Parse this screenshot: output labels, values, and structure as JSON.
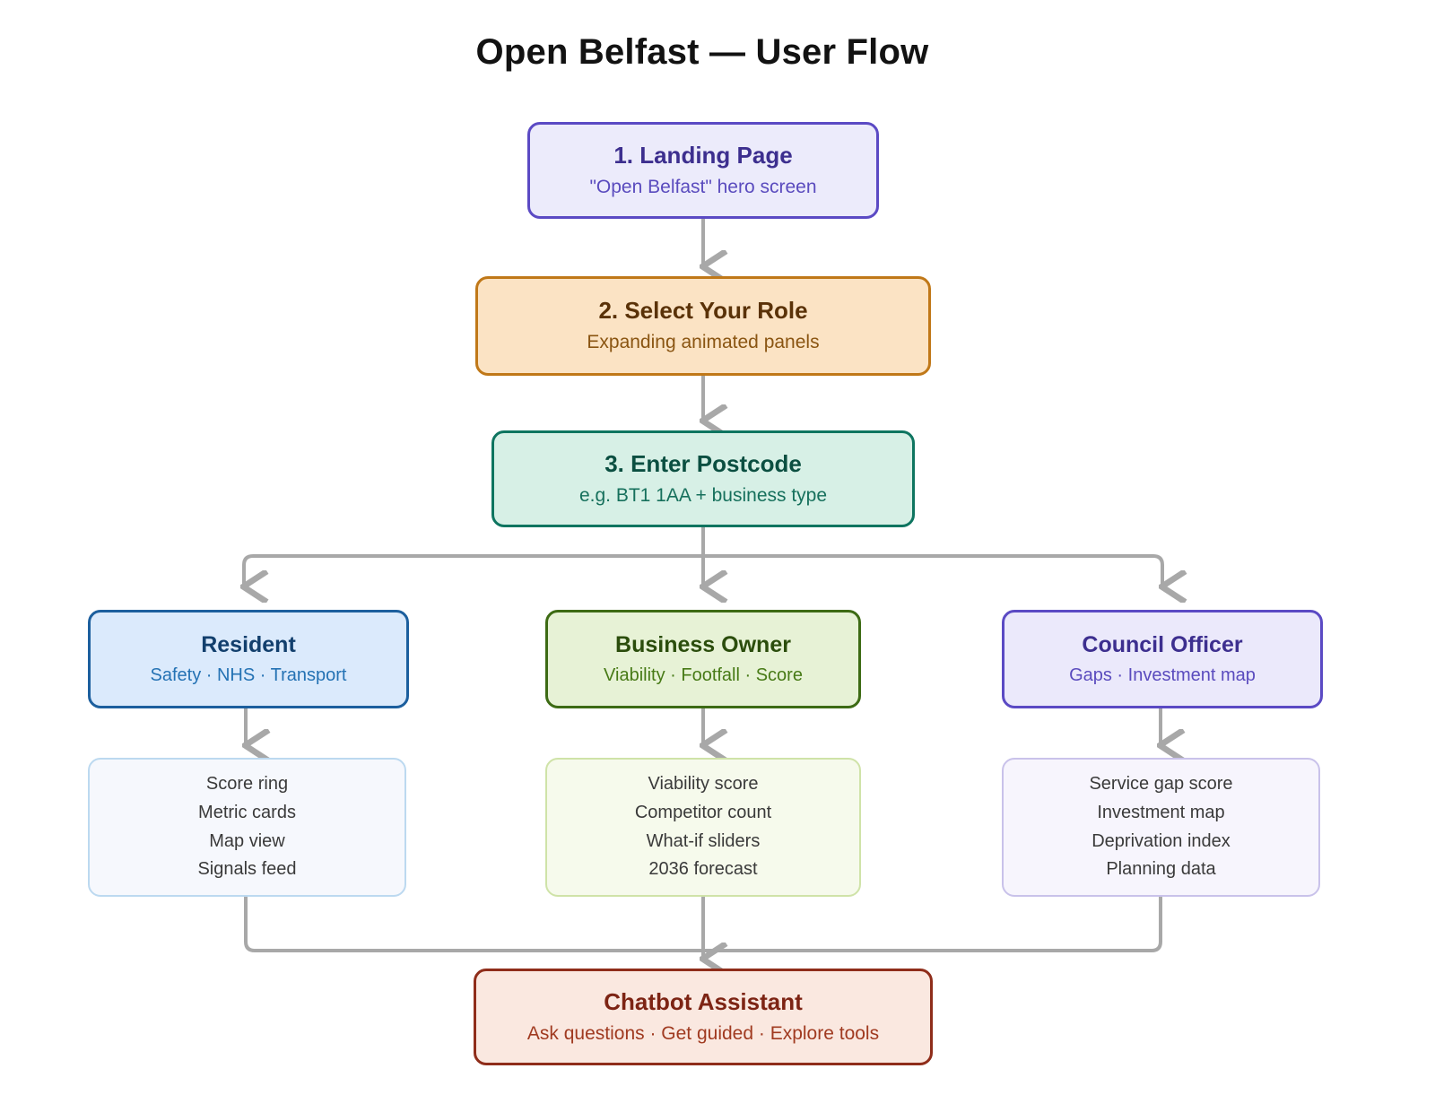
{
  "page": {
    "title": "Open Belfast — User Flow",
    "background": "#ffffff",
    "connector_color": "#a8a8a8"
  },
  "steps": [
    {
      "id": "landing",
      "title": "1. Landing Page",
      "subtitle": "\"Open Belfast\" hero screen",
      "border_color": "#5b4ac4",
      "fill_color": "#ecebfb",
      "title_color": "#3d2f8f"
    },
    {
      "id": "role",
      "title": "2. Select Your Role",
      "subtitle": "Expanding animated panels",
      "border_color": "#c07818",
      "fill_color": "#fbe3c4",
      "title_color": "#5a3208"
    },
    {
      "id": "postcode",
      "title": "3. Enter Postcode",
      "subtitle": "e.g. BT1 1AA + business type",
      "border_color": "#0e7560",
      "fill_color": "#d7f0e6",
      "title_color": "#0b4f41"
    }
  ],
  "branches": [
    {
      "id": "resident",
      "title": "Resident",
      "subtitle": "Safety · NHS · Transport",
      "border_color": "#1c5f9e",
      "fill_color": "#dbeafc",
      "title_color": "#123f6d",
      "features": [
        "Score ring",
        "Metric cards",
        "Map view",
        "Signals feed"
      ],
      "features_border_color": "#bcd9f0",
      "features_fill_color": "#f6f8fd"
    },
    {
      "id": "business",
      "title": "Business Owner",
      "subtitle": "Viability · Footfall · Score",
      "border_color": "#3d6b14",
      "fill_color": "#e7f2d6",
      "title_color": "#2b4d0c",
      "features": [
        "Viability score",
        "Competitor count",
        "What-if sliders",
        "2036 forecast"
      ],
      "features_border_color": "#cfe3a8",
      "features_fill_color": "#f6faec"
    },
    {
      "id": "council",
      "title": "Council Officer",
      "subtitle": "Gaps · Investment map",
      "border_color": "#5b4ac4",
      "fill_color": "#ebe9fb",
      "title_color": "#3d2f8f",
      "features": [
        "Service gap score",
        "Investment map",
        "Deprivation index",
        "Planning data"
      ],
      "features_border_color": "#c9c2ea",
      "features_fill_color": "#f7f5fd"
    }
  ],
  "chatbot": {
    "title": "Chatbot Assistant",
    "subtitle": "Ask questions · Get guided · Explore tools",
    "border_color": "#8f2d1a",
    "fill_color": "#fae8e0",
    "title_color": "#7d2414"
  }
}
